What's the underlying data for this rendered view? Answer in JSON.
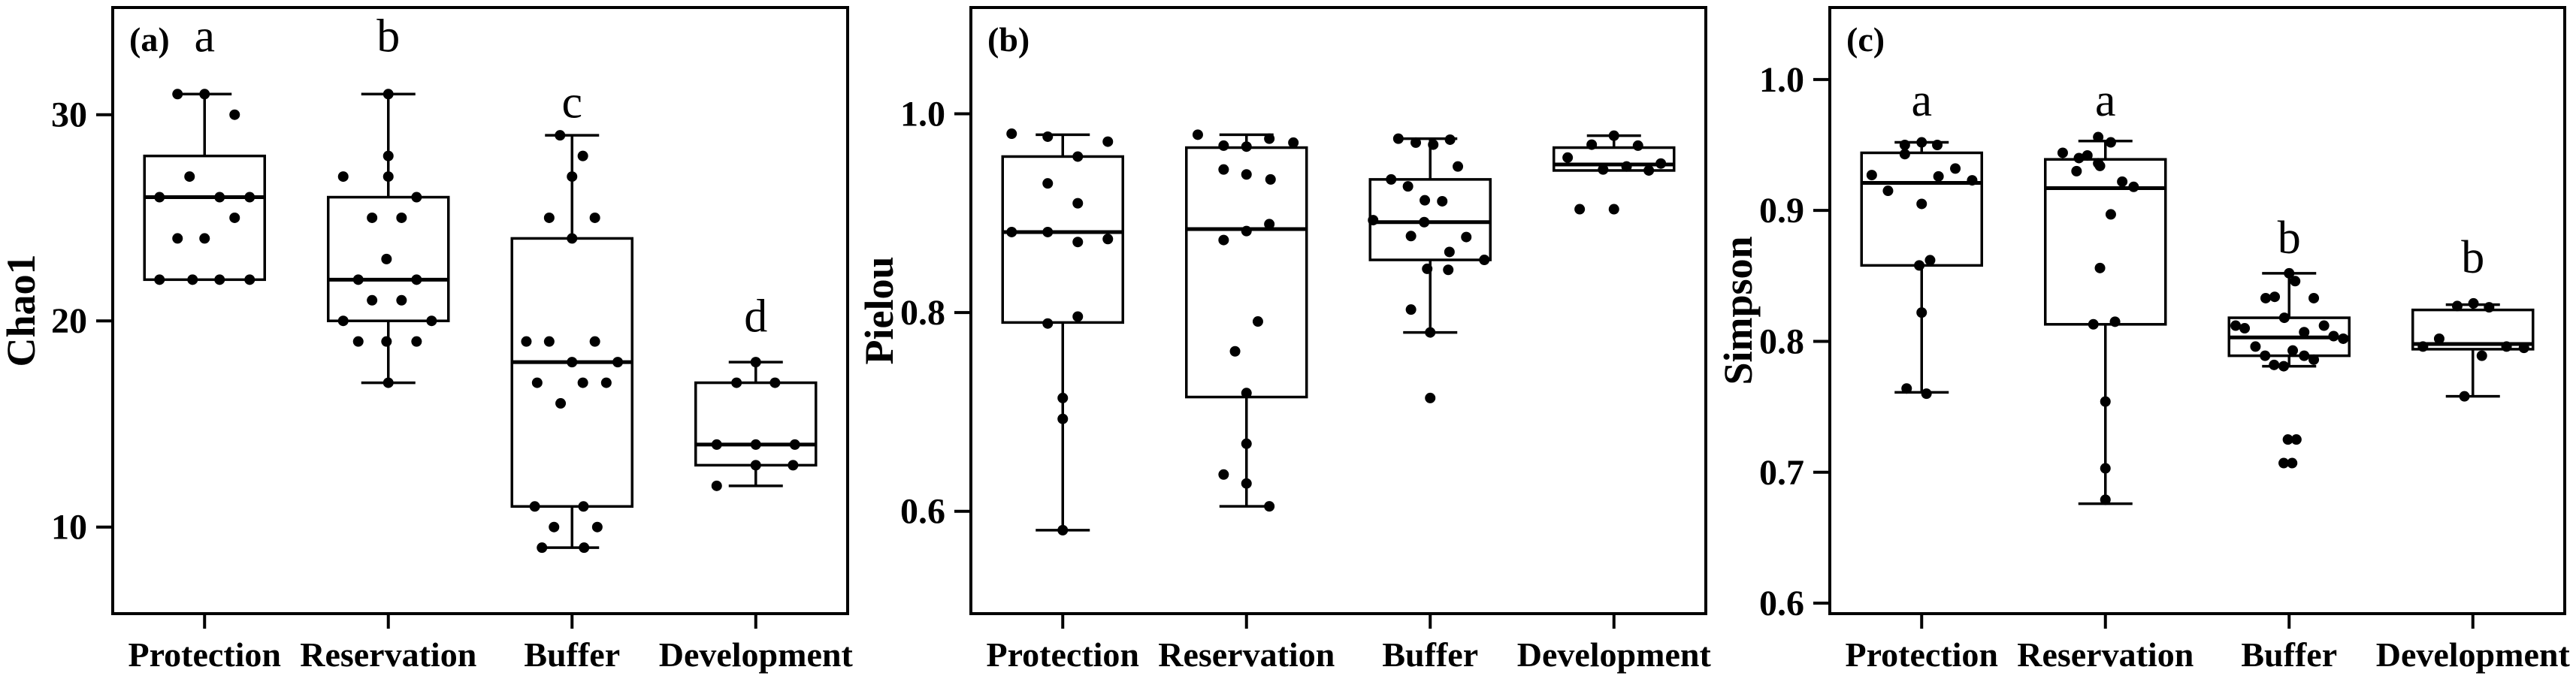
{
  "figure": {
    "background": "#ffffff",
    "ink_color": "#000000",
    "categories": [
      "Protection",
      "Reservation",
      "Buffer",
      "Development"
    ]
  },
  "chart_data": [
    {
      "type": "boxplot",
      "panel_label": "(a)",
      "ylabel": "Chao1",
      "ylim": [
        5.8,
        35.2
      ],
      "grid": false,
      "legend": null,
      "yticks": [
        {
          "value": 30,
          "label": "30"
        },
        {
          "value": 20,
          "label": "20"
        },
        {
          "value": 10,
          "label": "10"
        }
      ],
      "categories": [
        "Protection",
        "Reservation",
        "Buffer",
        "Development"
      ],
      "groups": [
        {
          "category": "Protection",
          "sig_letter": "a",
          "letter_value": 33.8,
          "box": {
            "q1": 22,
            "median": 26,
            "q3": 28,
            "whisker_high": 31,
            "whisker_low": null
          },
          "points": [
            [
              31,
              -0.45
            ],
            [
              31,
              0
            ],
            [
              30,
              0.5
            ],
            [
              27,
              -0.25
            ],
            [
              26,
              -0.75
            ],
            [
              26,
              0.25
            ],
            [
              26,
              0.75
            ],
            [
              25,
              0.5
            ],
            [
              24,
              -0.45
            ],
            [
              24,
              0
            ],
            [
              22,
              -0.75
            ],
            [
              22,
              -0.2
            ],
            [
              22,
              0.25
            ],
            [
              22,
              0.75
            ]
          ]
        },
        {
          "category": "Reservation",
          "sig_letter": "b",
          "letter_value": 33.8,
          "box": {
            "q1": 20,
            "median": 22,
            "q3": 26,
            "whisker_high": 31,
            "whisker_low": 17
          },
          "points": [
            [
              31,
              0
            ],
            [
              28,
              0
            ],
            [
              27,
              -0.75
            ],
            [
              27,
              0
            ],
            [
              26,
              0.47
            ],
            [
              25,
              -0.27
            ],
            [
              25,
              0.22
            ],
            [
              23,
              -0.03
            ],
            [
              22,
              -0.5
            ],
            [
              22,
              0.47
            ],
            [
              21,
              -0.27
            ],
            [
              21,
              0.22
            ],
            [
              20,
              -0.75
            ],
            [
              20,
              0.72
            ],
            [
              19,
              -0.5
            ],
            [
              19,
              -0.03
            ],
            [
              19,
              0.47
            ],
            [
              17,
              0
            ]
          ]
        },
        {
          "category": "Buffer",
          "sig_letter": "c",
          "letter_value": 30.6,
          "box": {
            "q1": 11,
            "median": 18,
            "q3": 24,
            "whisker_high": 29,
            "whisker_low": 9
          },
          "points": [
            [
              29,
              -0.2
            ],
            [
              28,
              0.18
            ],
            [
              27,
              0
            ],
            [
              25,
              -0.38
            ],
            [
              25,
              0.38
            ],
            [
              24,
              0
            ],
            [
              19,
              -0.76
            ],
            [
              19,
              -0.38
            ],
            [
              19,
              0.38
            ],
            [
              18,
              0
            ],
            [
              18,
              0.76
            ],
            [
              17,
              -0.58
            ],
            [
              17,
              0.18
            ],
            [
              17,
              0.57
            ],
            [
              16,
              -0.19
            ],
            [
              11,
              -0.62
            ],
            [
              11,
              0.19
            ],
            [
              10,
              -0.3
            ],
            [
              10,
              0.42
            ],
            [
              9,
              -0.5
            ],
            [
              9,
              0.2
            ]
          ]
        },
        {
          "category": "Development",
          "sig_letter": "d",
          "letter_value": 20.2,
          "box": {
            "q1": 13,
            "median": 14,
            "q3": 17,
            "whisker_high": 18,
            "whisker_low": 12
          },
          "points": [
            [
              18,
              0
            ],
            [
              17,
              -0.32
            ],
            [
              17,
              0.32
            ],
            [
              14,
              -0.65
            ],
            [
              14,
              0
            ],
            [
              14,
              0.65
            ],
            [
              13,
              0
            ],
            [
              13,
              0.62
            ],
            [
              12,
              -0.65
            ]
          ]
        }
      ]
    },
    {
      "type": "boxplot",
      "panel_label": "(b)",
      "ylabel": "Pielou",
      "ylim": [
        0.497,
        1.107
      ],
      "grid": false,
      "legend": null,
      "yticks": [
        {
          "value": 1.0,
          "label": "1.0"
        },
        {
          "value": 0.8,
          "label": "0.8"
        },
        {
          "value": 0.6,
          "label": "0.6"
        }
      ],
      "categories": [
        "Protection",
        "Reservation",
        "Buffer",
        "Development"
      ],
      "groups": [
        {
          "category": "Protection",
          "sig_letter": null,
          "letter_value": null,
          "box": {
            "q1": 0.79,
            "median": 0.881,
            "q3": 0.957,
            "whisker_high": 0.979,
            "whisker_low": 0.581
          },
          "points": [
            [
              0.98,
              -0.85
            ],
            [
              0.977,
              -0.25
            ],
            [
              0.972,
              0.75
            ],
            [
              0.957,
              0.25
            ],
            [
              0.93,
              -0.25
            ],
            [
              0.91,
              0.25
            ],
            [
              0.881,
              -0.85
            ],
            [
              0.881,
              -0.25
            ],
            [
              0.874,
              0.75
            ],
            [
              0.871,
              0.25
            ],
            [
              0.796,
              0.25
            ],
            [
              0.789,
              -0.25
            ],
            [
              0.714,
              0
            ],
            [
              0.693,
              0
            ],
            [
              0.581,
              0
            ]
          ]
        },
        {
          "category": "Reservation",
          "sig_letter": null,
          "letter_value": null,
          "box": {
            "q1": 0.715,
            "median": 0.884,
            "q3": 0.966,
            "whisker_high": 0.979,
            "whisker_low": 0.605
          },
          "points": [
            [
              0.979,
              -0.81
            ],
            [
              0.975,
              0.38
            ],
            [
              0.971,
              0.78
            ],
            [
              0.968,
              -0.38
            ],
            [
              0.967,
              0
            ],
            [
              0.944,
              -0.38
            ],
            [
              0.939,
              0
            ],
            [
              0.934,
              0.4
            ],
            [
              0.889,
              0.38
            ],
            [
              0.882,
              0
            ],
            [
              0.873,
              -0.38
            ],
            [
              0.791,
              0.19
            ],
            [
              0.761,
              -0.19
            ],
            [
              0.719,
              0
            ],
            [
              0.668,
              0
            ],
            [
              0.637,
              -0.38
            ],
            [
              0.628,
              0
            ],
            [
              0.605,
              0.38
            ]
          ]
        },
        {
          "category": "Buffer",
          "sig_letter": null,
          "letter_value": null,
          "box": {
            "q1": 0.853,
            "median": 0.891,
            "q3": 0.934,
            "whisker_high": 0.975,
            "whisker_low": 0.78
          },
          "points": [
            [
              0.975,
              -0.53
            ],
            [
              0.974,
              0.33
            ],
            [
              0.971,
              -0.24
            ],
            [
              0.969,
              0.05
            ],
            [
              0.947,
              0.46
            ],
            [
              0.934,
              -0.65
            ],
            [
              0.927,
              -0.37
            ],
            [
              0.913,
              -0.09
            ],
            [
              0.912,
              0.2
            ],
            [
              0.893,
              -0.95
            ],
            [
              0.891,
              -0.1
            ],
            [
              0.877,
              -0.32
            ],
            [
              0.876,
              0.6
            ],
            [
              0.861,
              0.32
            ],
            [
              0.853,
              0.9
            ],
            [
              0.844,
              -0.05
            ],
            [
              0.843,
              0.3
            ],
            [
              0.803,
              -0.32
            ],
            [
              0.78,
              0
            ],
            [
              0.714,
              0
            ]
          ]
        },
        {
          "category": "Development",
          "sig_letter": null,
          "letter_value": null,
          "box": {
            "q1": 0.943,
            "median": 0.949,
            "q3": 0.966,
            "whisker_high": 0.978,
            "whisker_low": null
          },
          "points": [
            [
              0.978,
              0
            ],
            [
              0.969,
              -0.37
            ],
            [
              0.968,
              0.4
            ],
            [
              0.956,
              -0.77
            ],
            [
              0.95,
              0.78
            ],
            [
              0.947,
              0.21
            ],
            [
              0.944,
              -0.18
            ],
            [
              0.943,
              0.58
            ],
            [
              0.904,
              -0.57
            ],
            [
              0.904,
              0
            ]
          ]
        }
      ]
    },
    {
      "type": "boxplot",
      "panel_label": "(c)",
      "ylabel": "Simpson",
      "ylim": [
        0.592,
        1.055
      ],
      "grid": false,
      "legend": null,
      "yticks": [
        {
          "value": 1.0,
          "label": "1.0"
        },
        {
          "value": 0.9,
          "label": "0.9"
        },
        {
          "value": 0.8,
          "label": "0.8"
        },
        {
          "value": 0.7,
          "label": "0.7"
        },
        {
          "value": 0.6,
          "label": "0.6"
        }
      ],
      "categories": [
        "Protection",
        "Reservation",
        "Buffer",
        "Development"
      ],
      "groups": [
        {
          "category": "Protection",
          "sig_letter": "a",
          "letter_value": 0.984,
          "box": {
            "q1": 0.858,
            "median": 0.921,
            "q3": 0.944,
            "whisker_high": 0.952,
            "whisker_low": 0.761
          },
          "points": [
            [
              0.952,
              0
            ],
            [
              0.95,
              -0.28
            ],
            [
              0.95,
              0.26
            ],
            [
              0.943,
              -0.28
            ],
            [
              0.932,
              0.56
            ],
            [
              0.927,
              -0.83
            ],
            [
              0.926,
              0.28
            ],
            [
              0.923,
              0.84
            ],
            [
              0.915,
              -0.56
            ],
            [
              0.905,
              0
            ],
            [
              0.862,
              0.14
            ],
            [
              0.858,
              -0.04
            ],
            [
              0.822,
              0
            ],
            [
              0.764,
              -0.25
            ],
            [
              0.76,
              0.08
            ]
          ]
        },
        {
          "category": "Reservation",
          "sig_letter": "a",
          "letter_value": 0.984,
          "box": {
            "q1": 0.813,
            "median": 0.917,
            "q3": 0.939,
            "whisker_high": 0.953,
            "whisker_low": 0.676
          },
          "points": [
            [
              0.956,
              -0.12
            ],
            [
              0.952,
              0.09
            ],
            [
              0.944,
              -0.71
            ],
            [
              0.942,
              -0.3
            ],
            [
              0.94,
              -0.44
            ],
            [
              0.936,
              -0.12
            ],
            [
              0.934,
              -0.09
            ],
            [
              0.93,
              -0.48
            ],
            [
              0.922,
              0.28
            ],
            [
              0.918,
              0.47
            ],
            [
              0.897,
              0.09
            ],
            [
              0.856,
              -0.09
            ],
            [
              0.815,
              0.16
            ],
            [
              0.813,
              -0.2
            ],
            [
              0.754,
              0
            ],
            [
              0.703,
              0
            ],
            [
              0.679,
              0
            ]
          ]
        },
        {
          "category": "Buffer",
          "sig_letter": "b",
          "letter_value": 0.879,
          "box": {
            "q1": 0.789,
            "median": 0.803,
            "q3": 0.818,
            "whisker_high": 0.852,
            "whisker_low": 0.781
          },
          "points": [
            [
              0.852,
              0
            ],
            [
              0.846,
              0.1
            ],
            [
              0.834,
              -0.24
            ],
            [
              0.833,
              -0.39
            ],
            [
              0.833,
              0.41
            ],
            [
              0.818,
              -0.08
            ],
            [
              0.812,
              -0.89
            ],
            [
              0.812,
              0.58
            ],
            [
              0.81,
              -0.74
            ],
            [
              0.807,
              0.25
            ],
            [
              0.804,
              0.74
            ],
            [
              0.802,
              0.9
            ],
            [
              0.796,
              -0.56
            ],
            [
              0.793,
              0.06
            ],
            [
              0.789,
              -0.4
            ],
            [
              0.789,
              0.25
            ],
            [
              0.786,
              0.41
            ],
            [
              0.782,
              -0.25
            ],
            [
              0.781,
              -0.09
            ],
            [
              0.725,
              -0.02
            ],
            [
              0.725,
              0.12
            ],
            [
              0.707,
              -0.09
            ],
            [
              0.707,
              0.05
            ]
          ]
        },
        {
          "category": "Development",
          "sig_letter": "b",
          "letter_value": 0.864,
          "box": {
            "q1": 0.794,
            "median": 0.798,
            "q3": 0.824,
            "whisker_high": 0.828,
            "whisker_low": 0.758
          },
          "points": [
            [
              0.829,
              0.01
            ],
            [
              0.827,
              -0.26
            ],
            [
              0.826,
              0.27
            ],
            [
              0.802,
              -0.56
            ],
            [
              0.796,
              -0.83
            ],
            [
              0.796,
              0.56
            ],
            [
              0.795,
              0.85
            ],
            [
              0.789,
              0.15
            ],
            [
              0.758,
              -0.14
            ]
          ]
        }
      ]
    }
  ]
}
